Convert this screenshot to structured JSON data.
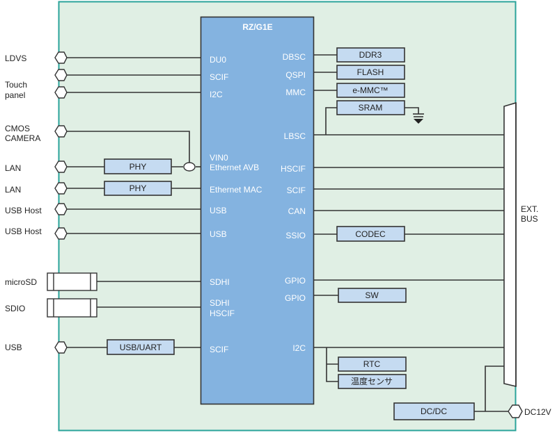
{
  "diagram": {
    "title": "RZ/G1E block diagram",
    "colors": {
      "board": "#e0efe4",
      "board_border": "#2aa39a",
      "chip": "#84b3e0",
      "block": "#c5dbf1",
      "wire": "#333333"
    },
    "chip": {
      "name": "RZ/G1E",
      "left_ports": [
        "DU0",
        "SCIF",
        "I2C",
        "VIN0",
        "Ethernet AVB",
        "Ethernet MAC",
        "USB",
        "USB",
        "SDHI",
        "SDHI",
        "HSCIF",
        "SCIF"
      ],
      "right_ports": [
        "DBSC",
        "QSPI",
        "MMC",
        "LBSC",
        "HSCIF",
        "SCIF",
        "CAN",
        "SSIO",
        "GPIO",
        "GPIO",
        "I2C"
      ]
    },
    "external_left": [
      {
        "label": "LDVS",
        "connector": "hex"
      },
      {
        "label": "Touch",
        "connector": "hex"
      },
      {
        "label": "panel",
        "connector": "hex"
      },
      {
        "label": "CMOS",
        "connector": "hex"
      },
      {
        "label": "CAMERA",
        "connector": "hex"
      },
      {
        "label": "LAN",
        "connector": "hex"
      },
      {
        "label": "LAN",
        "connector": "hex"
      },
      {
        "label": "USB Host",
        "connector": "hex"
      },
      {
        "label": "USB Host",
        "connector": "hex"
      },
      {
        "label": "microSD",
        "connector": "slot"
      },
      {
        "label": "SDIO",
        "connector": "slot"
      },
      {
        "label": "USB",
        "connector": "hex"
      }
    ],
    "blocks": {
      "phy1": "PHY",
      "phy2": "PHY",
      "usb_uart": "USB/UART",
      "ddr3": "DDR3",
      "flash": "FLASH",
      "emmc": "e-MMC™",
      "sram": "SRAM",
      "codec": "CODEC",
      "sw": "SW",
      "rtc": "RTC",
      "temp_sensor": "温度センサ",
      "dcdc": "DC/DC"
    },
    "ext_bus": {
      "line1": "EXT.",
      "line2": "BUS"
    },
    "power_in": "DC12V"
  }
}
